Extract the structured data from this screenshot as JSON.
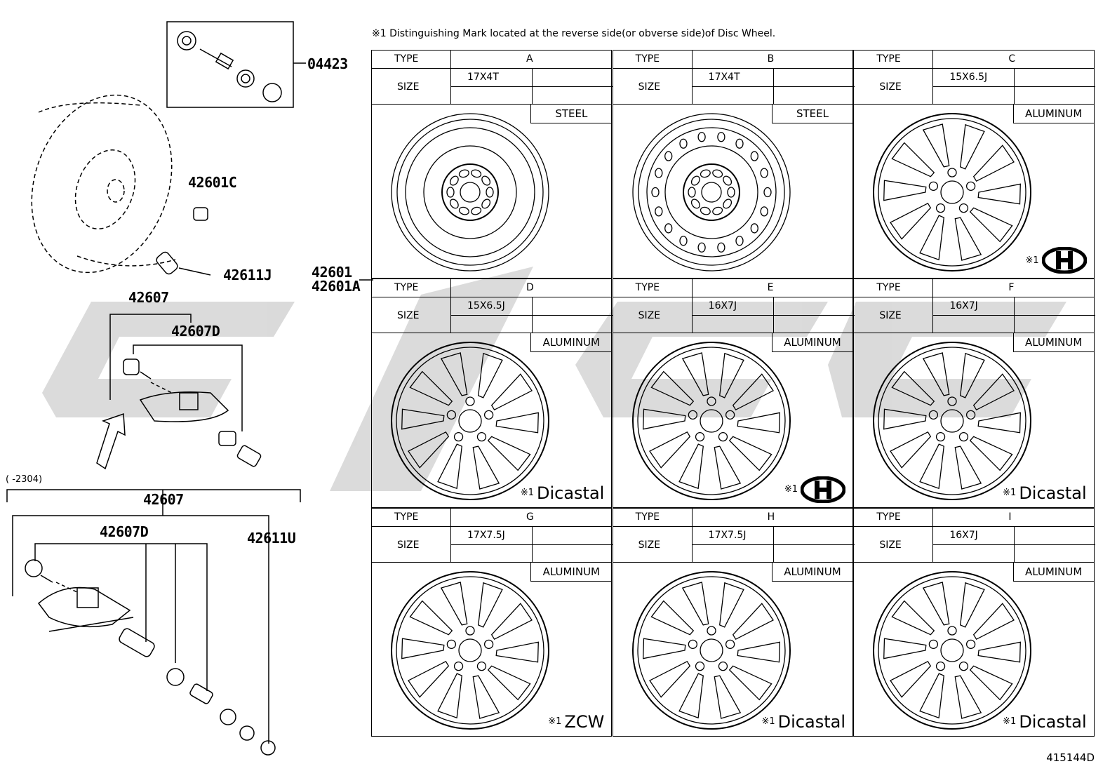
{
  "note": "※1 Distinguishing Mark located at the reverse side(or obverse side)of Disc Wheel.",
  "labels": {
    "p04423": "04423",
    "p42601C": "42601C",
    "p42611J": "42611J",
    "p42607_top": "42607",
    "p42607D_top": "42607D",
    "range": "(       -2304)",
    "p42607_bottom": "42607",
    "p42607D_bottom": "42607D",
    "p42611U": "42611U",
    "p42601": "42601",
    "p42601A": "42601A",
    "diagram_code": "415144D"
  },
  "table": {
    "type_label": "TYPE",
    "size_label": "SIZE",
    "mark_ref": "※1",
    "wheels": [
      {
        "type": "A",
        "size": "17X4T",
        "material": "STEEL",
        "mark": ""
      },
      {
        "type": "B",
        "size": "17X4T",
        "material": "STEEL",
        "mark": ""
      },
      {
        "type": "C",
        "size": "15X6.5J",
        "material": "ALUMINUM",
        "mark": "H-logo"
      },
      {
        "type": "D",
        "size": "15X6.5J",
        "material": "ALUMINUM",
        "mark": "Dicastal"
      },
      {
        "type": "E",
        "size": "16X7J",
        "material": "ALUMINUM",
        "mark": "H-logo"
      },
      {
        "type": "F",
        "size": "16X7J",
        "material": "ALUMINUM",
        "mark": "Dicastal"
      },
      {
        "type": "G",
        "size": "17X7.5J",
        "material": "ALUMINUM",
        "mark": "ZCW"
      },
      {
        "type": "H",
        "size": "17X7.5J",
        "material": "ALUMINUM",
        "mark": "Dicastal"
      },
      {
        "type": "I",
        "size": "16X7J",
        "material": "ALUMINUM",
        "mark": "Dicastal"
      }
    ]
  }
}
